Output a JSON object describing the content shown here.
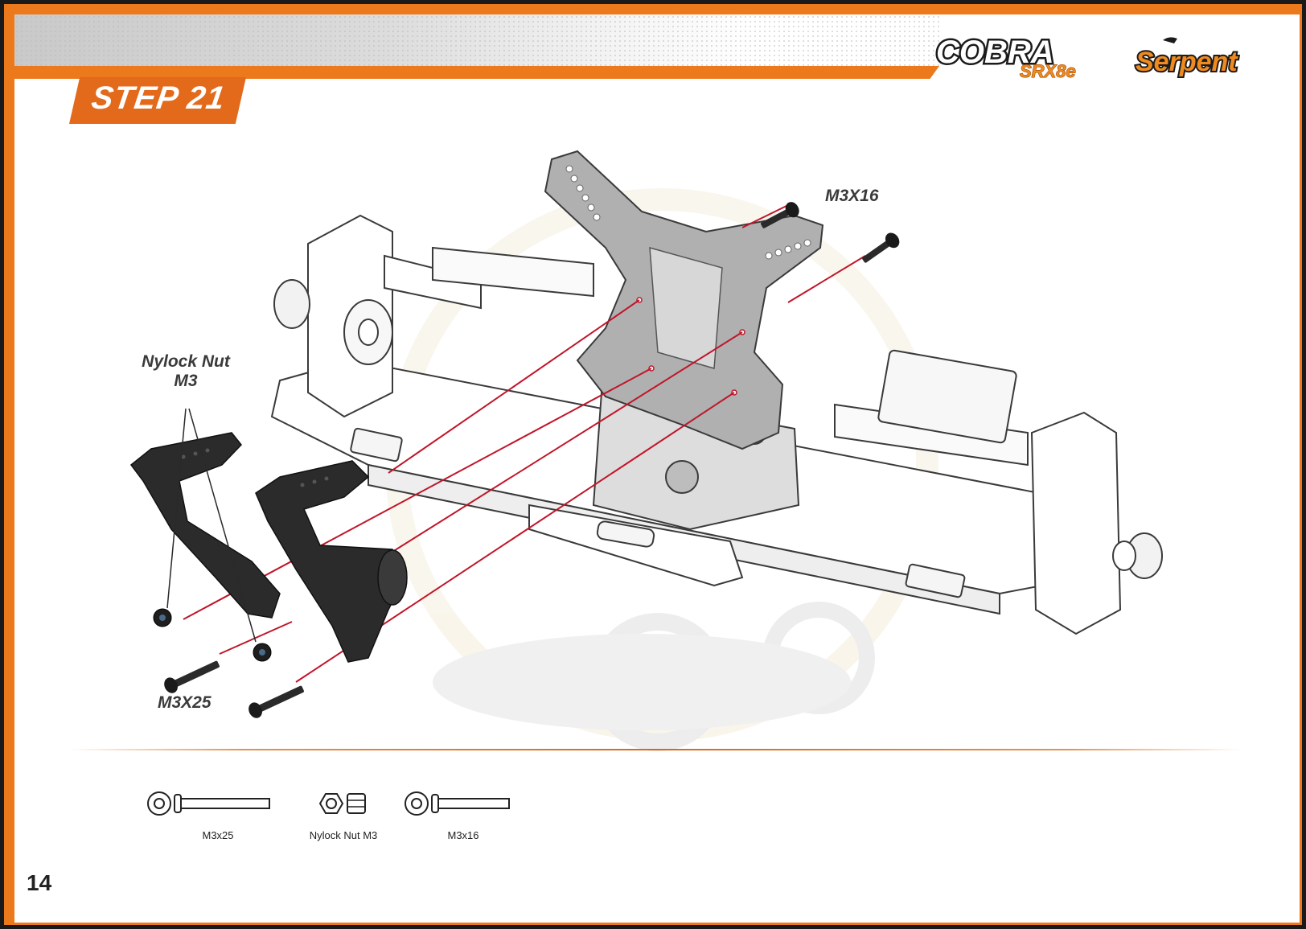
{
  "header": {
    "step_title": "STEP 21",
    "brand_logo_left": "COBRA",
    "brand_logo_left_sub": "SRX8e",
    "brand_logo_right": "Serpent"
  },
  "callouts": {
    "top_screw": "M3X16",
    "nut_line1": "Nylock Nut",
    "nut_line2": "M3",
    "bottom_screw": "M3X25"
  },
  "parts_list": [
    {
      "label": "M3x25",
      "icon": "screw-long-icon"
    },
    {
      "label": "Nylock Nut M3",
      "icon": "nylock-nut-icon"
    },
    {
      "label": "M3x16",
      "icon": "screw-short-icon"
    }
  ],
  "footer": {
    "page_number": "14"
  },
  "colors": {
    "frame_orange": "#ec7a1c",
    "badge_orange": "#e3691b",
    "leader_red": "#c0162a",
    "part_black": "#2a2a2a"
  }
}
